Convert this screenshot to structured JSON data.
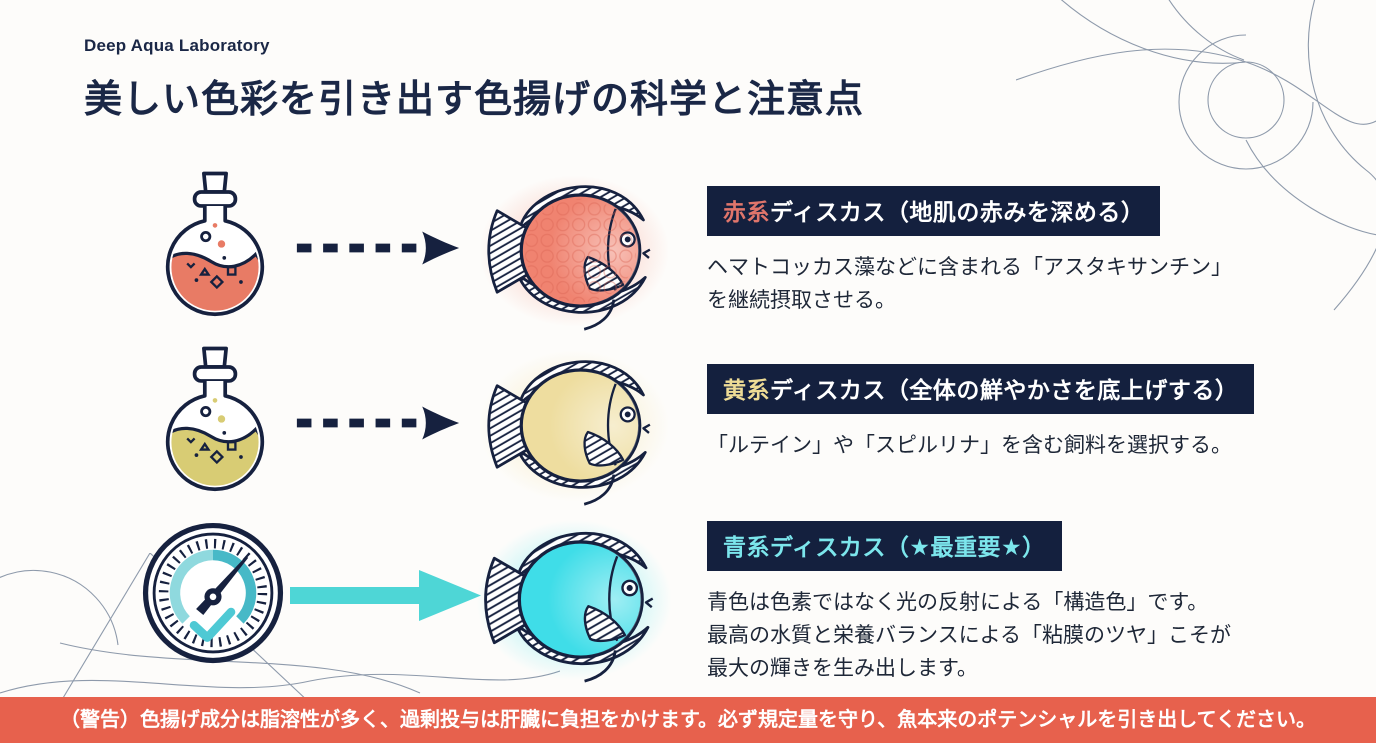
{
  "brand": "Deep Aqua Laboratory",
  "title": "美しい色彩を引き出す色揚げの科学と注意点",
  "rows": [
    {
      "icon": "red-potion-flask",
      "fish": "red-discus",
      "heading_accent": "赤系",
      "heading_rest": "ディスカス（地肌の赤みを深める）",
      "body_lines": [
        "ヘマトコッカス藻などに含まれる「アスタキサンチン」",
        "を継続摂取させる。"
      ]
    },
    {
      "icon": "yellow-potion-flask",
      "fish": "yellow-discus",
      "heading_accent": "黄系",
      "heading_rest": "ディスカス（全体の鮮やかさを底上げする）",
      "body_lines": [
        "「ルテイン」や「スピルリナ」を含む飼料を選択する。"
      ]
    },
    {
      "icon": "water-quality-gauge",
      "fish": "blue-discus",
      "heading_accent": "青系ディスカス（★最重要★）",
      "heading_rest": "",
      "body_lines": [
        "青色は色素ではなく光の反射による「構造色」です。",
        "最高の水質と栄養バランスによる「粘膜のツヤ」こそが",
        "最大の輝きを生み出します。"
      ]
    }
  ],
  "warning": "（警告）色揚げ成分は脂溶性が多く、過剰投与は肝臓に負担をかけます。必ず規定量を守り、魚本来のポテンシャルを引き出してください。",
  "colors": {
    "background": "#fdfcfa",
    "navy": "#14203e",
    "title_text": "#1a2746",
    "body_text": "#1e2737",
    "accent_red": "#e0756b",
    "accent_yellow": "#eedc96",
    "accent_cyan": "#7ce6ec",
    "fish_red": "#f08370",
    "fish_yellow": "#eedd9f",
    "fish_cyan": "#3fdde8",
    "liquid_red": "#e87b65",
    "liquid_yellow": "#d8cc74",
    "gauge_teal": "#47b9c7",
    "arrow_teal": "#4ed6d6",
    "banner_bg": "#e7614d",
    "banner_text": "#ffffff",
    "swirl_line": "#8e9aab"
  }
}
